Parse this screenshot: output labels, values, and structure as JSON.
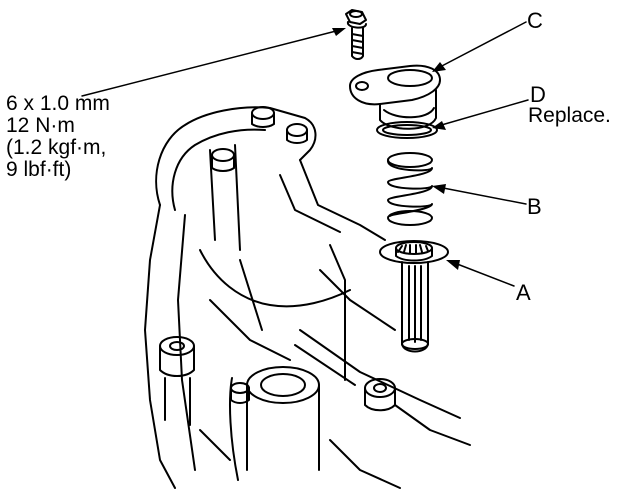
{
  "torque_spec": {
    "lines": [
      "6 x 1.0 mm",
      "12 N·m",
      "(1.2 kgf·m,",
      "9 lbf·ft)"
    ]
  },
  "callouts": {
    "a": "A",
    "b": "B",
    "c": "C",
    "d": "D",
    "d_note": "Replace."
  },
  "colors": {
    "ink": "#000000",
    "paper": "#ffffff"
  }
}
